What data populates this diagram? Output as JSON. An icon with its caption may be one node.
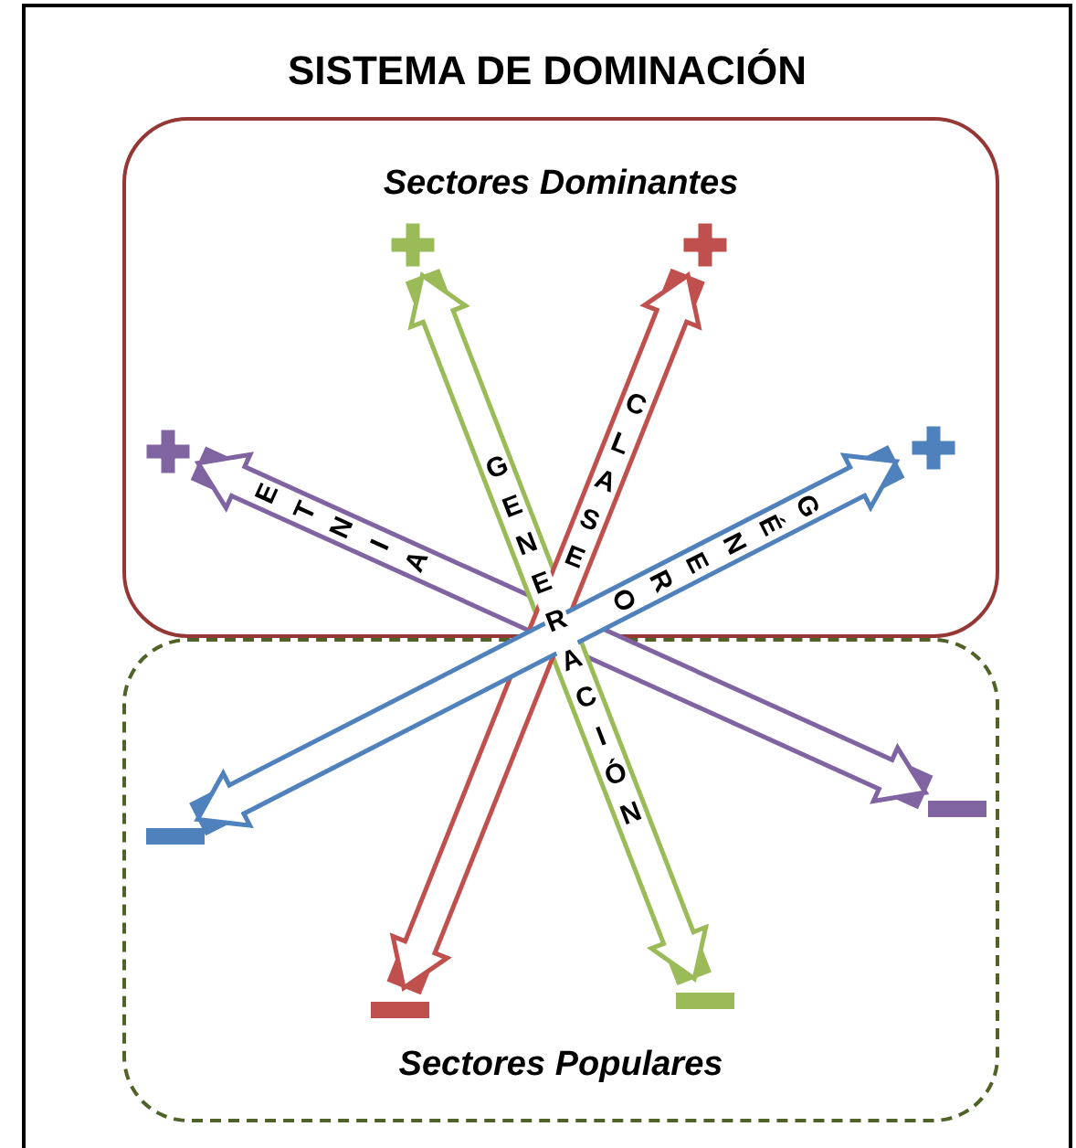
{
  "diagram": {
    "nodes": [
      {
        "text": [
          "SISTEMA DE DOMINACIÓN"
        ]
      },
      {
        "text": [
          "Sectores Dominantes"
        ],
        "in": 0
      },
      {
        "text": [
          "Sectores Populares"
        ],
        "in": 0
      },
      {
        "text": [],
        "shape": "plus",
        "in": 1
      },
      {
        "text": [],
        "shape": "plus",
        "in": 1
      },
      {
        "text": [],
        "shape": "plus",
        "in": 1
      },
      {
        "text": [],
        "shape": "plus",
        "in": 1
      },
      {
        "text": [],
        "shape": "minus",
        "in": 2
      },
      {
        "text": [],
        "shape": "minus",
        "in": 2
      },
      {
        "text": [],
        "shape": "minus",
        "in": 2
      },
      {
        "text": [],
        "shape": "minus",
        "in": 2
      }
    ],
    "edges": [
      {
        "from": 3,
        "to": 10,
        "arrow": "both",
        "label": "ETNIA",
        "color": "#8064a2"
      },
      {
        "from": 4,
        "to": 9,
        "arrow": "both",
        "label": "GENERACIÓN",
        "color": "#9bbb59"
      },
      {
        "from": 5,
        "to": 8,
        "arrow": "both",
        "label": "CLASE",
        "color": "#c0504d"
      },
      {
        "from": 6,
        "to": 7,
        "arrow": "both",
        "label": "GÉNERO",
        "color": "#4f81bd"
      }
    ]
  }
}
